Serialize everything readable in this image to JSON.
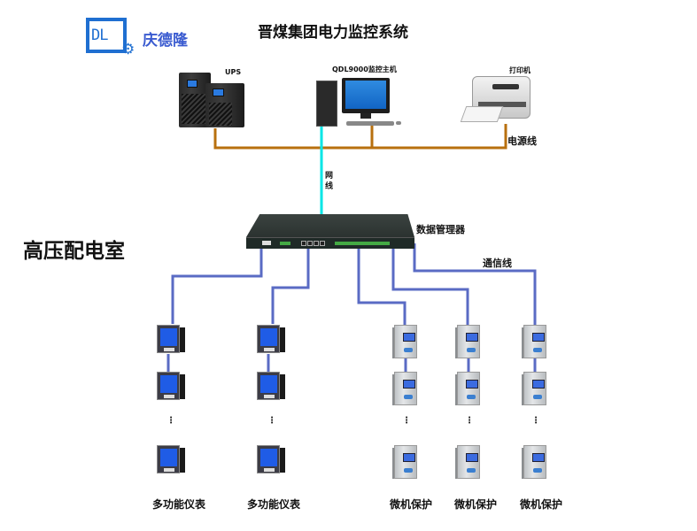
{
  "header": {
    "logo_mark": "DL",
    "brand_name": "庆德隆",
    "system_title": "晋煤集团电力监控系统"
  },
  "room_label": "高压配电室",
  "devices": {
    "ups": {
      "label": "UPS",
      "icon": "ups-icon"
    },
    "host": {
      "label": "QDL9000监控主机",
      "icon": "computer-icon"
    },
    "printer": {
      "label": "打印机",
      "icon": "printer-icon"
    },
    "data_manager": {
      "label": "数据管理器",
      "icon": "data-manager-icon"
    }
  },
  "cables": {
    "power": {
      "label": "电源线",
      "color": "#b8700f"
    },
    "network": {
      "label_top": "网",
      "label_bottom": "线",
      "color": "#00e6e6"
    },
    "comm": {
      "label": "通信线",
      "color": "#5a6bc4"
    }
  },
  "columns": [
    {
      "label": "多功能仪表",
      "type": "meter",
      "ellipsis": "⋮"
    },
    {
      "label": "多功能仪表",
      "type": "meter",
      "ellipsis": "⋮"
    },
    {
      "label": "微机保护",
      "type": "relay",
      "ellipsis": "⋮"
    },
    {
      "label": "微机保护",
      "type": "relay",
      "ellipsis": "⋮"
    },
    {
      "label": "微机保护",
      "type": "relay",
      "ellipsis": "⋮"
    }
  ]
}
